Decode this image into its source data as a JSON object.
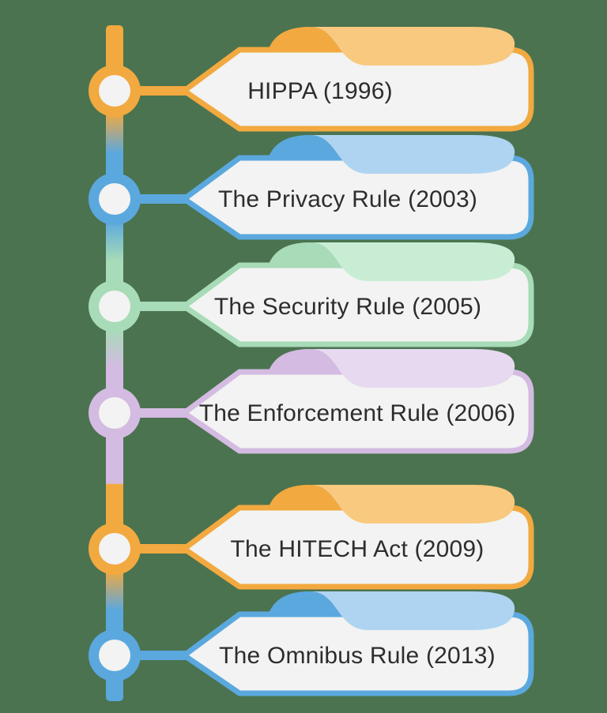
{
  "palette": {
    "background": "#4B7350",
    "banner_fill": "#F2F3F2",
    "node_fill": "#F2F3F2",
    "text": "#2D2D2D",
    "orange": "#F2A93F",
    "orange_light": "#F8C97E",
    "blue": "#5BA8DE",
    "blue_light": "#AED4F2",
    "green": "#A8DBB7",
    "green_light": "#C9EDD4",
    "purple": "#D4BBE2",
    "purple_light": "#E6D9F0"
  },
  "timeline": {
    "items": [
      {
        "label": "HIPPA (1996)",
        "color_name": "orange",
        "accent": "#F2A93F",
        "accent_light": "#F8C97E"
      },
      {
        "label": "The Privacy Rule (2003)",
        "color_name": "blue",
        "accent": "#5BA8DE",
        "accent_light": "#AED4F2"
      },
      {
        "label": "The Security Rule (2005)",
        "color_name": "green",
        "accent": "#A8DBB7",
        "accent_light": "#C9EDD4"
      },
      {
        "label": "The Enforcement Rule (2006)",
        "color_name": "purple",
        "accent": "#D4BBE2",
        "accent_light": "#E6D9F0"
      },
      {
        "label": "The HITECH Act (2009)",
        "color_name": "orange",
        "accent": "#F2A93F",
        "accent_light": "#F8C97E"
      },
      {
        "label": "The Omnibus Rule (2013)",
        "color_name": "blue",
        "accent": "#5BA8DE",
        "accent_light": "#AED4F2"
      }
    ]
  }
}
